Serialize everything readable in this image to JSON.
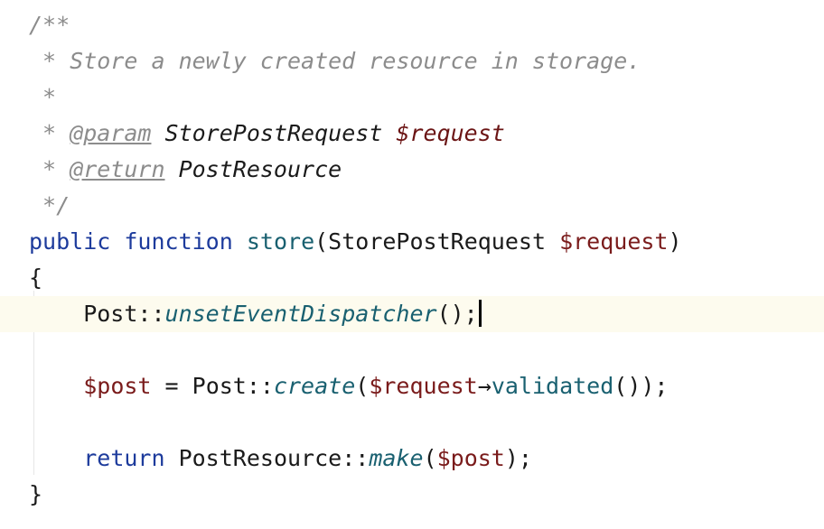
{
  "editor": {
    "language": "php",
    "colors": {
      "background": "#ffffff",
      "current_line": "#fdfbee",
      "comment": "#8c8c8c",
      "keyword": "#1d3b9c",
      "function": "#196070",
      "variable": "#7a1b1b",
      "text": "#1a1a1a"
    },
    "lines": [
      {
        "tokens": [
          {
            "t": "/**",
            "c": "doc"
          }
        ]
      },
      {
        "tokens": [
          {
            "t": " * Store a newly created resource in storage.",
            "c": "doc"
          }
        ]
      },
      {
        "tokens": [
          {
            "t": " *",
            "c": "doc"
          }
        ]
      },
      {
        "tokens": [
          {
            "t": " * ",
            "c": "doc"
          },
          {
            "t": "@param",
            "c": "doc-tag"
          },
          {
            "t": " ",
            "c": "doc"
          },
          {
            "t": "StorePostRequest",
            "c": "doc-type"
          },
          {
            "t": " ",
            "c": "doc"
          },
          {
            "t": "$request",
            "c": "doc-var"
          }
        ]
      },
      {
        "tokens": [
          {
            "t": " * ",
            "c": "doc"
          },
          {
            "t": "@return",
            "c": "doc-tag"
          },
          {
            "t": " ",
            "c": "doc"
          },
          {
            "t": "PostResource",
            "c": "doc-type"
          }
        ]
      },
      {
        "tokens": [
          {
            "t": " */",
            "c": "doc"
          }
        ]
      },
      {
        "tokens": [
          {
            "t": "public",
            "c": "kw"
          },
          {
            "t": " ",
            "c": "plain"
          },
          {
            "t": "function",
            "c": "kw"
          },
          {
            "t": " ",
            "c": "plain"
          },
          {
            "t": "store",
            "c": "fn"
          },
          {
            "t": "(StorePostRequest ",
            "c": "plain"
          },
          {
            "t": "$request",
            "c": "var"
          },
          {
            "t": ")",
            "c": "plain"
          }
        ]
      },
      {
        "tokens": [
          {
            "t": "{",
            "c": "plain"
          }
        ]
      },
      {
        "current": true,
        "caret": true,
        "tokens": [
          {
            "t": "    Post",
            "c": "plain"
          },
          {
            "t": "::",
            "c": "plain"
          },
          {
            "t": "unsetEventDispatcher",
            "c": "fn-static"
          },
          {
            "t": "();",
            "c": "plain"
          }
        ]
      },
      {
        "tokens": [
          {
            "t": "",
            "c": "plain"
          }
        ]
      },
      {
        "tokens": [
          {
            "t": "    ",
            "c": "plain"
          },
          {
            "t": "$post",
            "c": "var"
          },
          {
            "t": " = Post",
            "c": "plain"
          },
          {
            "t": "::",
            "c": "plain"
          },
          {
            "t": "create",
            "c": "fn-static"
          },
          {
            "t": "(",
            "c": "plain"
          },
          {
            "t": "$request",
            "c": "var"
          },
          {
            "t": "→",
            "c": "plain"
          },
          {
            "t": "validated",
            "c": "fn"
          },
          {
            "t": "());",
            "c": "plain"
          }
        ]
      },
      {
        "tokens": [
          {
            "t": "",
            "c": "plain"
          }
        ]
      },
      {
        "tokens": [
          {
            "t": "    ",
            "c": "plain"
          },
          {
            "t": "return",
            "c": "kw"
          },
          {
            "t": " PostResource",
            "c": "plain"
          },
          {
            "t": "::",
            "c": "plain"
          },
          {
            "t": "make",
            "c": "fn-static"
          },
          {
            "t": "(",
            "c": "plain"
          },
          {
            "t": "$post",
            "c": "var"
          },
          {
            "t": ");",
            "c": "plain"
          }
        ]
      },
      {
        "tokens": [
          {
            "t": "}",
            "c": "plain"
          }
        ]
      }
    ]
  }
}
